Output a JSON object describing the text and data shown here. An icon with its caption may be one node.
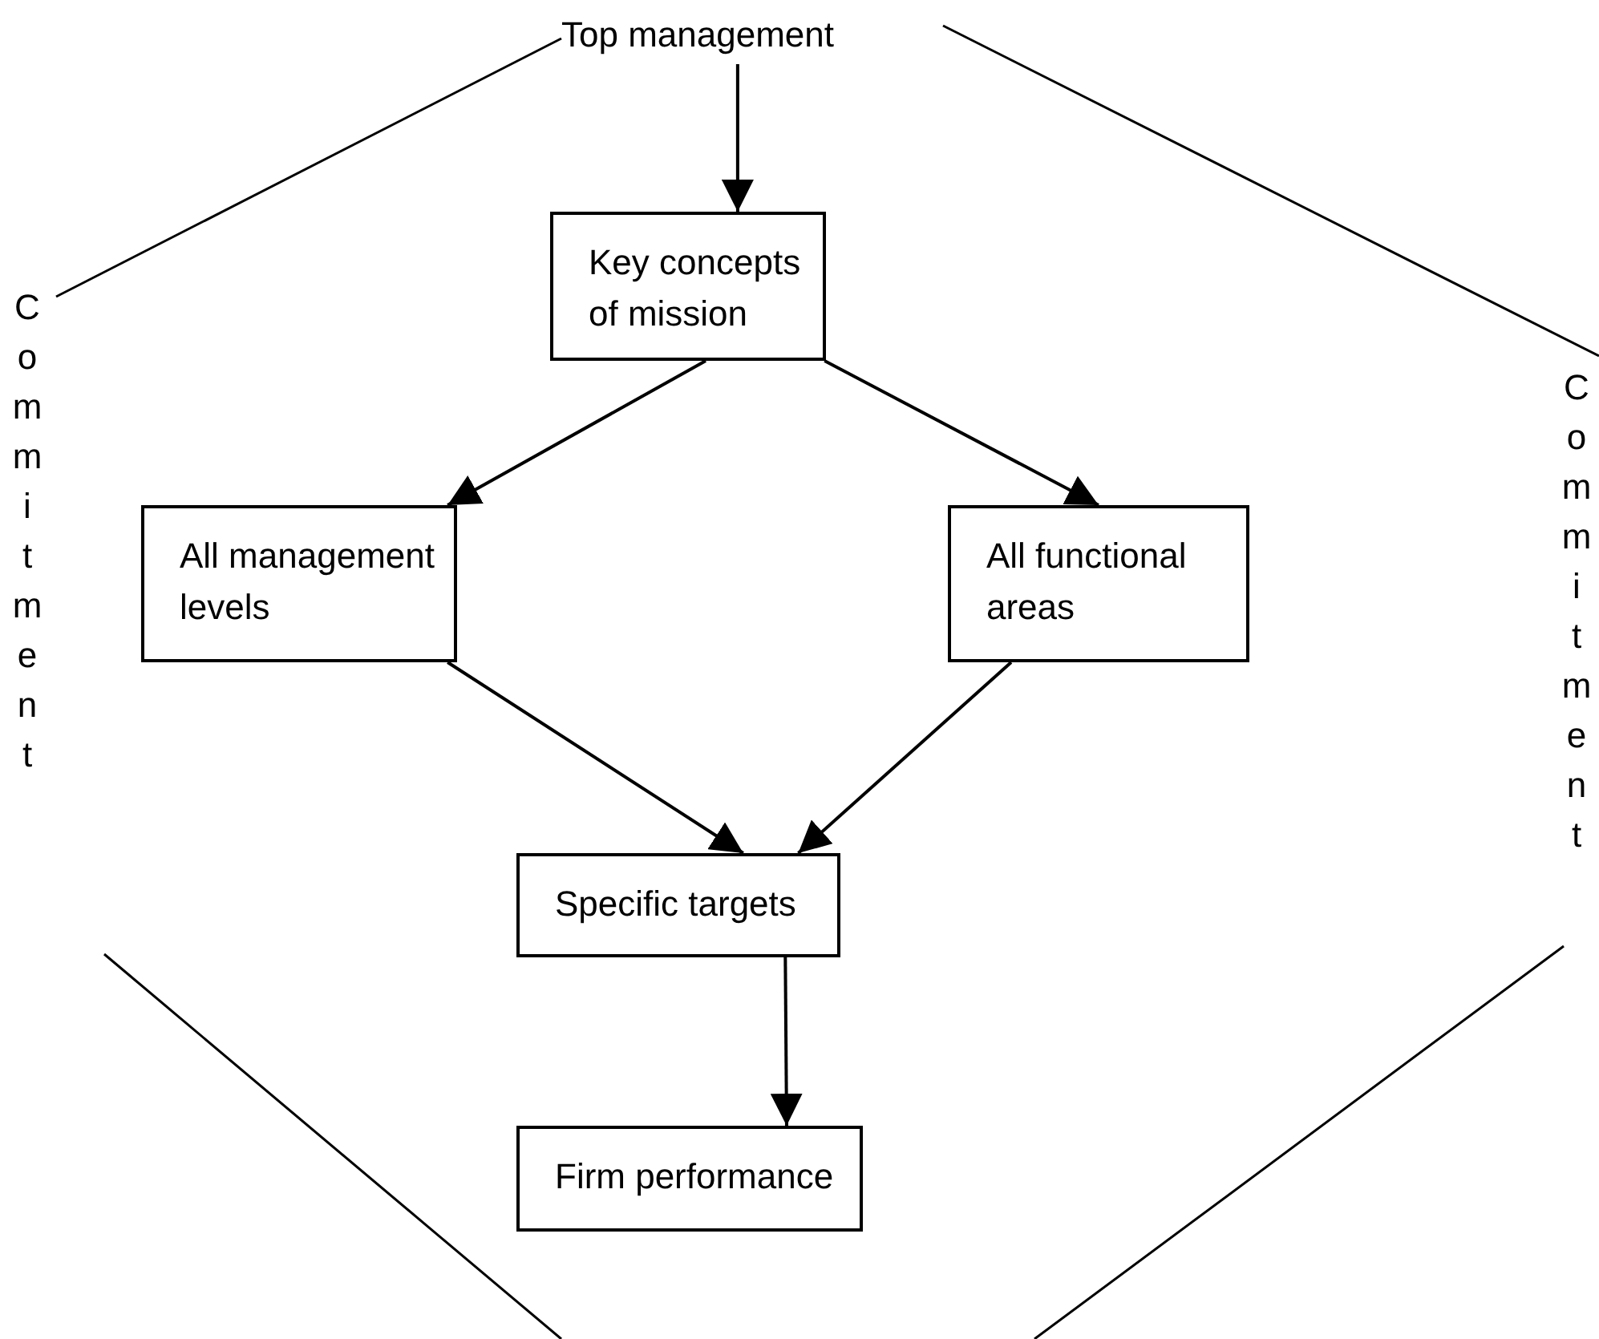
{
  "diagram": {
    "nodes": [
      {
        "text": [
          "Top management"
        ]
      },
      {
        "text": [
          "Key concepts of mission"
        ]
      },
      {
        "text": [
          "All management levels"
        ]
      },
      {
        "text": [
          "All functional areas"
        ]
      },
      {
        "text": [
          "Specific targets"
        ]
      },
      {
        "text": [
          "Firm performance"
        ]
      }
    ],
    "edges": [
      {
        "from": 0,
        "to": 1,
        "arrow": "to"
      },
      {
        "from": 1,
        "to": 2,
        "arrow": "to"
      },
      {
        "from": 1,
        "to": 3,
        "arrow": "to"
      },
      {
        "from": 2,
        "to": 4,
        "arrow": "to"
      },
      {
        "from": 3,
        "to": 4,
        "arrow": "to"
      },
      {
        "from": 4,
        "to": 5,
        "arrow": "to"
      }
    ],
    "labels": [
      "Commitment",
      "Commitment"
    ]
  }
}
